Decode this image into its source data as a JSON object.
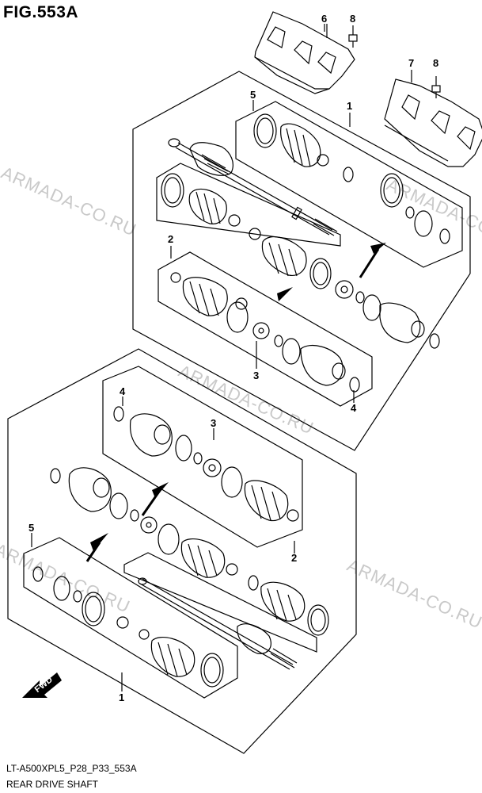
{
  "figure": {
    "title": "FIG.553A"
  },
  "footer": {
    "code": "LT-A500XPL5_P28_P33_553A",
    "name": "REAR DRIVE SHAFT"
  },
  "watermark": {
    "text": "ARMADA-CO.RU"
  },
  "callouts": {
    "top_guard_label": "6",
    "top_bolt_label": "8",
    "right_guard_label": "7",
    "right_bolt_label": "8",
    "upper_boot_kit_label": "5",
    "upper_shaft_assy_label": "1",
    "upper_joint_set_label": "2",
    "upper_inner_set_label": "3",
    "upper_circlip_label": "4",
    "lower_circlip_label": "4",
    "lower_inner_set_label": "3",
    "lower_joint_set_label": "2",
    "lower_boot_kit_label": "5",
    "lower_shaft_assy_label": "1"
  },
  "fwd_indicator": {
    "text": "FWD"
  },
  "colors": {
    "line": "#000000",
    "watermark": "#c9c9c9",
    "background": "#ffffff"
  }
}
